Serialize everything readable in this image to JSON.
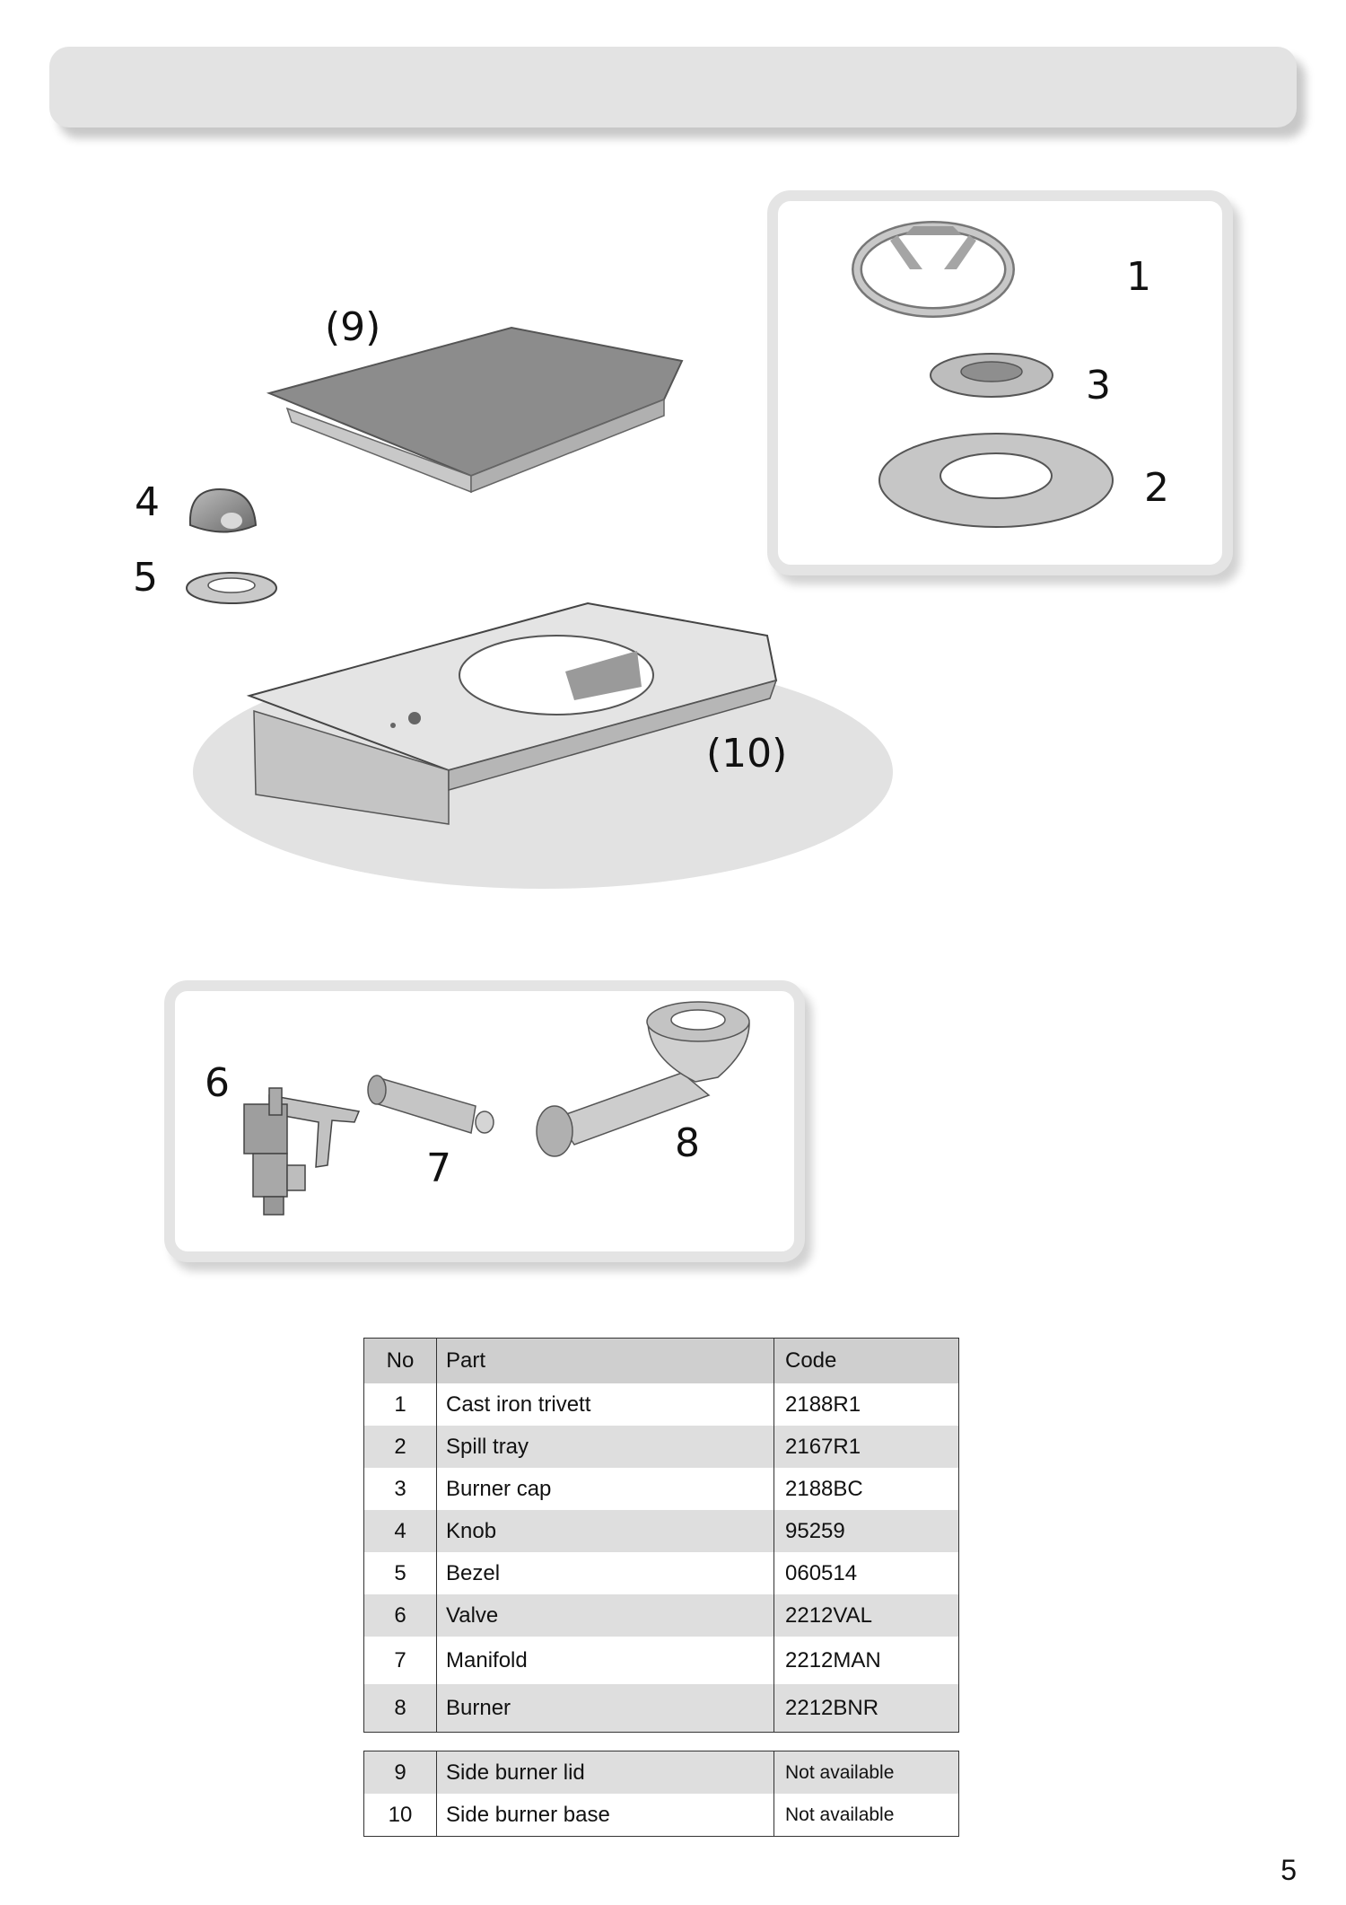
{
  "callouts": {
    "c1": "1",
    "c2": "2",
    "c3": "3",
    "c4": "4",
    "c5": "5",
    "c6": "6",
    "c7": "7",
    "c8": "8",
    "c9": "(9)",
    "c10": "(10)"
  },
  "table_main": {
    "headers": [
      "No",
      "Part",
      "Code"
    ],
    "rows": [
      [
        "1",
        "Cast iron trivett",
        "2188R1"
      ],
      [
        "2",
        "Spill tray",
        "2167R1"
      ],
      [
        "3",
        "Burner cap",
        "2188BC"
      ],
      [
        "4",
        "Knob",
        "95259"
      ],
      [
        "5",
        "Bezel",
        "060514"
      ],
      [
        "6",
        "Valve",
        "2212VAL"
      ],
      [
        "7",
        "Manifold",
        "2212MAN"
      ],
      [
        "8",
        "Burner",
        "2212BNR"
      ]
    ]
  },
  "table_extra": {
    "rows": [
      [
        "9",
        "Side burner lid",
        "Not available"
      ],
      [
        "10",
        "Side burner base",
        "Not available"
      ]
    ]
  },
  "page_number": "5"
}
